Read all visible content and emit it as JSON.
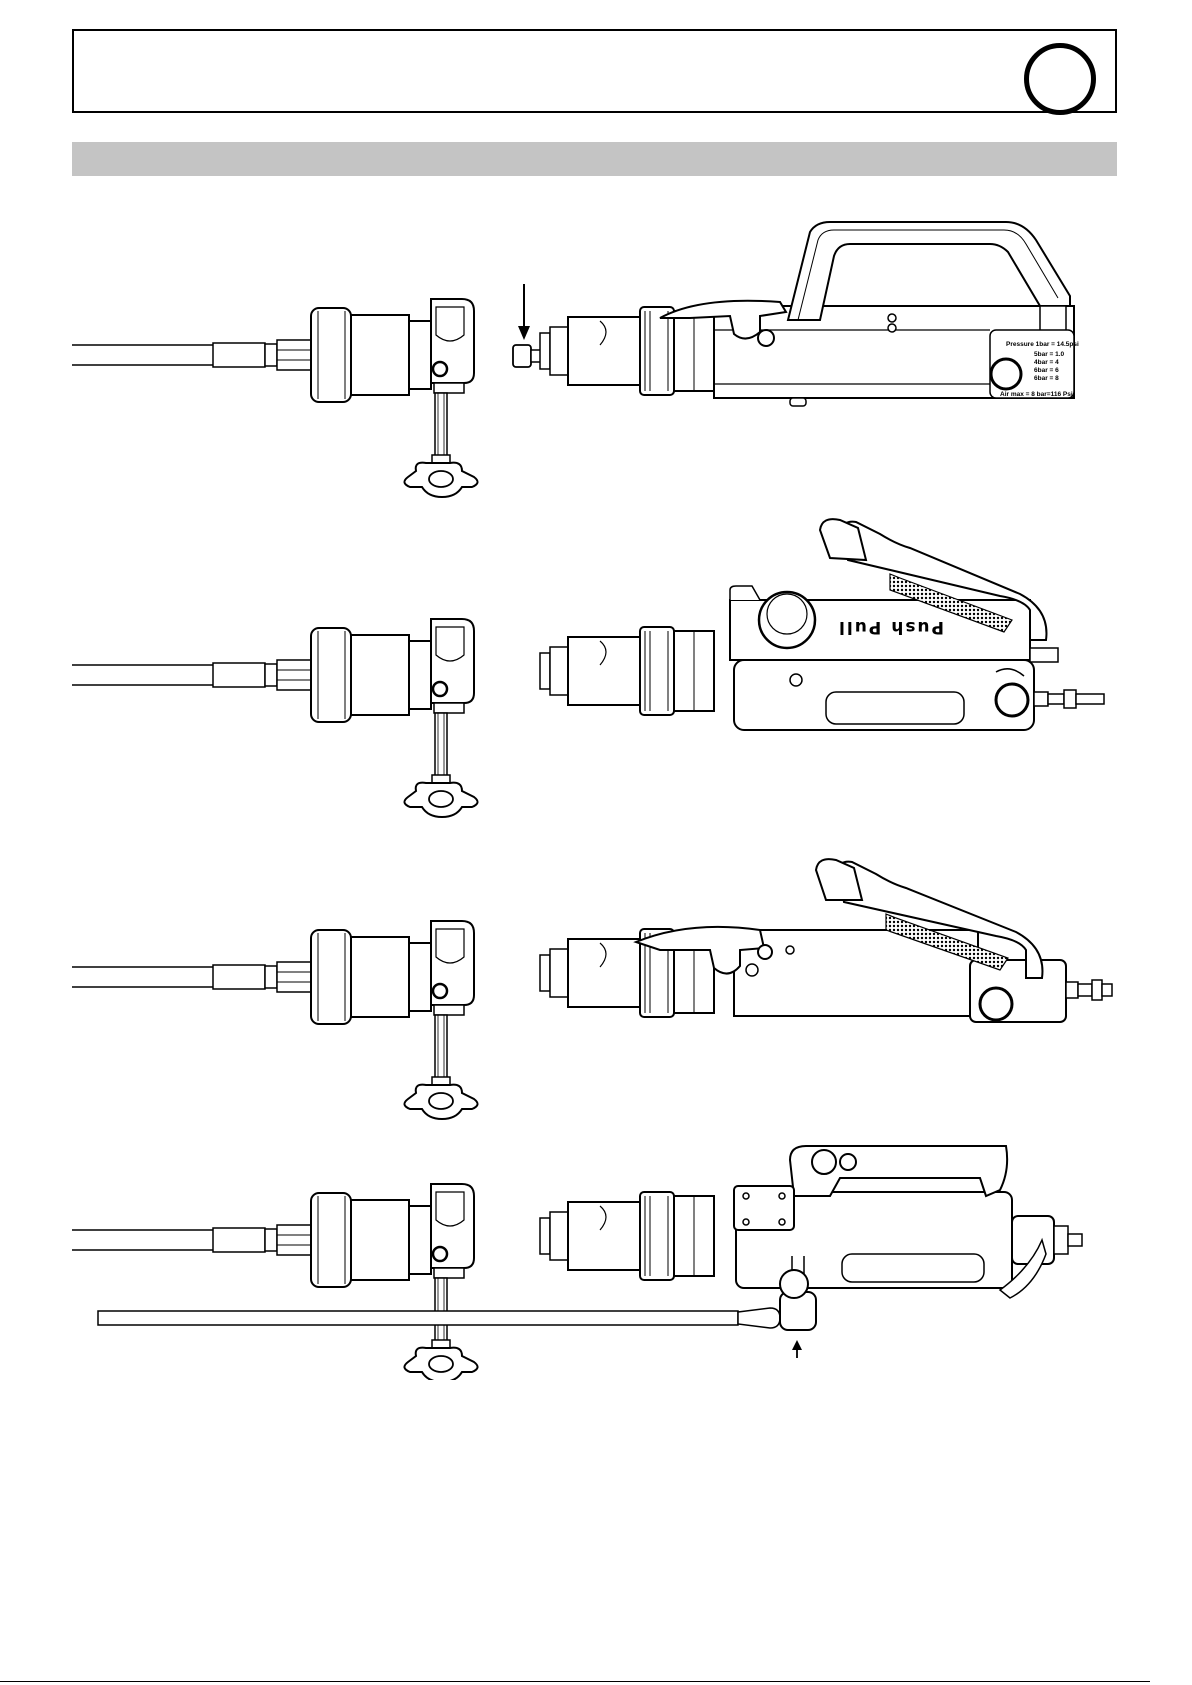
{
  "header": {
    "title": "",
    "badge_letter": ""
  },
  "section": {
    "title": ""
  },
  "figures": [
    {
      "id": "fig-1",
      "panel_lines": [
        "Pressure 1bar = 14.5psi",
        "5bar = 1.0",
        "4bar = 4",
        "6bar = 6",
        "6bar = 8",
        "Air max = 8 bar=116 Psi"
      ]
    },
    {
      "id": "fig-2",
      "brand_text": "Push Pull"
    },
    {
      "id": "fig-3"
    },
    {
      "id": "fig-4"
    }
  ]
}
